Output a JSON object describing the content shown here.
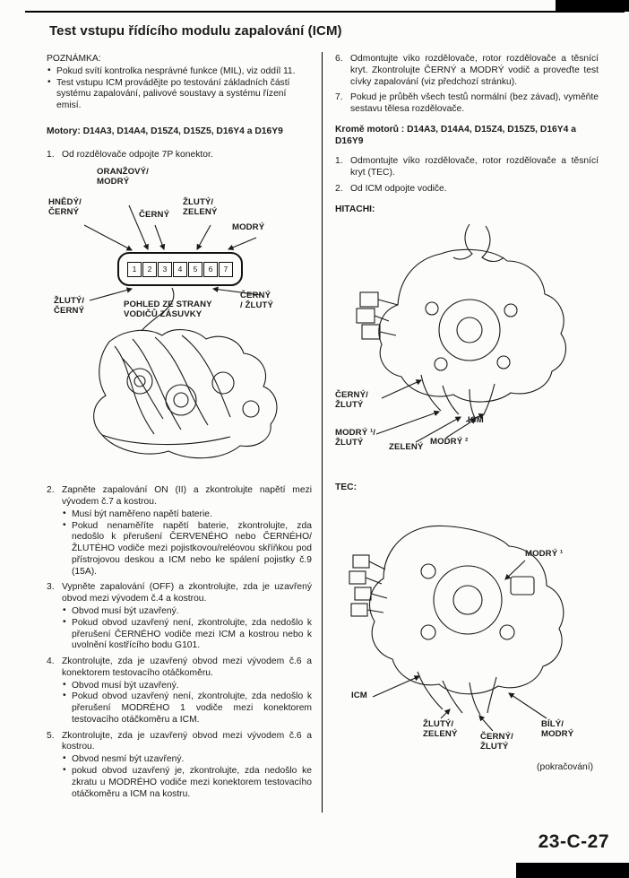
{
  "page": {
    "title": "Test vstupu řídícího modulu zapalování (ICM)",
    "page_number": "23-C-27",
    "continued": "(pokračování)"
  },
  "left": {
    "note_header": "POZNÁMKA:",
    "notes": [
      "Pokud svítí kontrolka nesprávné funkce (MIL), viz oddíl 11.",
      "Test vstupu ICM provádějte po testování základních částí systému zapalování, palivové soustavy a systému řízení emisí."
    ],
    "engines_header": "Motory: D14A3, D14A4, D15Z4, D15Z5, D16Y4 a D16Y9",
    "step1": {
      "num": "1.",
      "text": "Od rozdělovače odpojte 7P konektor."
    },
    "connector_figure": {
      "pins": [
        "1",
        "2",
        "3",
        "4",
        "5",
        "6",
        "7"
      ],
      "label_orange_blue": "ORANŽOVÝ/\nMODRÝ",
      "label_brown_black": "HNĚDÝ/\nČERNÝ",
      "label_black": "ČERNÝ",
      "label_yellow_green": "ŽLUTÝ/\nZELENÝ",
      "label_blue": "MODRÝ",
      "label_yellow_black": "ŽLUTÝ/\nČERNÝ",
      "view_note": "POHLED ZE STRANY\nVODIČŮ ZÁSUVKY",
      "label_black_yellow": "ČERNÝ\n/ ŽLUTÝ"
    },
    "steps": [
      {
        "num": "2.",
        "text": "Zapněte zapalování ON (II) a zkontrolujte napětí mezi vývodem č.7 a kostrou.",
        "bullets": [
          "Musí být naměřeno napětí baterie.",
          "Pokud nenaměříte napětí baterie, zkontrolujte, zda nedošlo k přerušení ČERVENÉHO nebo ČERNÉHO/ŽLUTÉHO vodiče mezi pojistkovou/reléovou skříňkou pod přístrojovou deskou a ICM nebo ke spálení pojistky č.9 (15A)."
        ]
      },
      {
        "num": "3.",
        "text": "Vypněte zapalování (OFF) a zkontrolujte, zda je uzavřený obvod mezi vývodem č.4 a kostrou.",
        "bullets": [
          "Obvod musí být uzavřený.",
          "Pokud obvod uzavřený není, zkontrolujte, zda nedošlo k přerušení ČERNÉHO vodiče mezi ICM a kostrou nebo k uvolnění kostřícího bodu G101."
        ]
      },
      {
        "num": "4.",
        "text": "Zkontrolujte, zda je uzavřený obvod mezi vývodem č.6 a konektorem testovacího otáčkoměru.",
        "bullets": [
          "Obvod musí být uzavřený.",
          "Pokud obvod uzavřený není, zkontrolujte, zda nedošlo k přerušení MODRÉHO 1 vodiče mezi konektorem testovacího otáčkoměru a ICM."
        ]
      },
      {
        "num": "5.",
        "text": "Zkontrolujte, zda je uzavřený obvod mezi vývodem č.6 a kostrou.",
        "bullets": [
          "Obvod nesmí být uzavřený.",
          "pokud obvod uzavřený je, zkontrolujte, zda nedošlo ke zkratu u MODRÉHO vodiče mezi konektorem testovacího otáčkoměru a ICM na kostru."
        ]
      }
    ]
  },
  "right": {
    "step6": {
      "num": "6.",
      "text": "Odmontujte víko rozdělovače, rotor rozdělovače a těsnící kryt. Zkontrolujte ČERNÝ a MODRÝ vodič a proveďte test cívky zapalování (viz předchozí stránku)."
    },
    "step7": {
      "num": "7.",
      "text": "Pokud je průběh všech testů normální (bez závad), vyměňte sestavu tělesa rozdělovače."
    },
    "except_header": "Kromě motorů : D14A3, D14A4, D15Z4, D15Z5, D16Y4 a D16Y9",
    "step1": {
      "num": "1.",
      "text": "Odmontujte víko rozdělovače, rotor rozdělovače a těsnící kryt (TEC)."
    },
    "step2": {
      "num": "2.",
      "text": "Od ICM odpojte vodiče."
    },
    "hitachi_header": "HITACHI:",
    "hitachi_labels": {
      "black_yellow": "ČERNÝ/\nŽLUTÝ",
      "icm": "ICM",
      "blue1_yellow": "MODRÝ ¹/\nŽLUTÝ",
      "green": "ZELENÝ",
      "blue2": "MODRÝ ²"
    },
    "tec_header": "TEC:",
    "tec_labels": {
      "blue1": "MODRÝ ¹",
      "icm": "ICM",
      "yellow_green": "ŽLUTÝ/\nZELENÝ",
      "black_yellow": "ČERNÝ/\nŽLUTÝ",
      "white_blue": "BÍLÝ/\nMODRÝ"
    }
  }
}
